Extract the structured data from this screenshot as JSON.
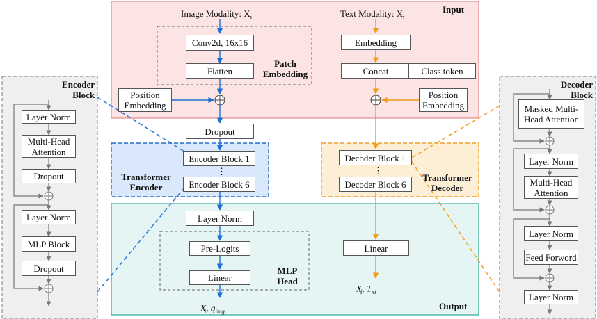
{
  "input": {
    "title": "Input",
    "image_modality": "Image Modality: X",
    "image_modality_sub": "i",
    "text_modality": "Text Modality: X",
    "text_modality_sub": "t",
    "conv": "Conv2d, 16x16",
    "flatten": "Flatten",
    "patch_embedding": [
      "Patch",
      "Embedding"
    ],
    "position_embedding_left": [
      "Position",
      "Embedding"
    ],
    "embedding": "Embedding",
    "concat": "Concat",
    "class_token": "Class token",
    "position_embedding_right": [
      "Position",
      "Embedding"
    ]
  },
  "middle": {
    "dropout": "Dropout",
    "encoder_block_1": "Encoder Block 1",
    "encoder_block_6": "Encoder Block 6",
    "encoder_dots": "⋮",
    "transformer_encoder": [
      "Transformer",
      "Encoder"
    ],
    "decoder_block_1": "Decoder Block 1",
    "decoder_block_6": "Decoder Block 6",
    "decoder_dots": "⋮",
    "transformer_decoder": [
      "Transformer",
      "Decoder"
    ]
  },
  "output": {
    "title": "Output",
    "layer_norm": "Layer Norm",
    "pre_logits": "Pre-Logits",
    "linear_left": "Linear",
    "mlp_head": [
      "MLP",
      "Head"
    ],
    "linear_right": "Linear",
    "out_left_x": "X",
    "out_left_sub": "i",
    "out_left_sep": ", ",
    "out_left_q": "q",
    "out_left_q_sub": "img",
    "out_right_x": "X",
    "out_right_sub": "i",
    "out_right_sep": ", ",
    "out_right_t": "T",
    "out_right_t_sub": "xt",
    "prime": "'"
  },
  "encoder_block": {
    "title": [
      "Encoder",
      "Block"
    ],
    "layer_norm_1": "Layer Norm",
    "attention": [
      "Multi-Head",
      "Attention"
    ],
    "dropout_1": "Dropout",
    "layer_norm_2": "Layer Norm",
    "mlp_block": "MLP Block",
    "dropout_2": "Dropout"
  },
  "decoder_block": {
    "title": [
      "Decoder",
      "Block"
    ],
    "masked_attention": [
      "Masked Multi-",
      "Head Attention"
    ],
    "layer_norm_1": "Layer Norm",
    "attention": [
      "Multi-Head",
      "Attention"
    ],
    "layer_norm_2": "Layer Norm",
    "feed_forward": "Feed Forword",
    "layer_norm_3": "Layer Norm"
  },
  "colors": {
    "input_bg": "#fce4e4",
    "input_border": "#e58a8a",
    "encoder_bg": "#d9e8fa",
    "encoder_border": "#2a6fc9",
    "decoder_bg": "#fdefd6",
    "decoder_border": "#f0a02a",
    "output_bg": "#e4f5f3",
    "output_border": "#2ea897",
    "side_bg": "#efefef",
    "blue_arrow": "#1f6fd1",
    "orange_arrow": "#f29a1a"
  }
}
